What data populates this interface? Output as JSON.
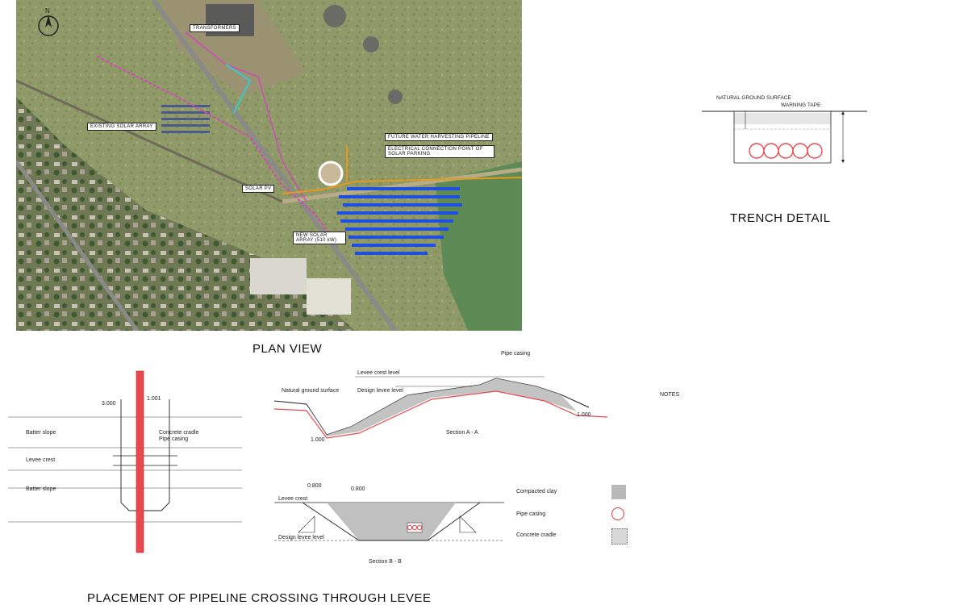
{
  "plan_view": {
    "title": "PLAN VIEW",
    "callouts": [
      "EXISTING SOLAR ARRAY",
      "NEW SOLAR ARRAY (510 kW)",
      "FUTURE WATER HARVESTING PIPELINE",
      "ELECTRICAL CONNECTION POINT OF SOLAR PARKING",
      "TRANSFORMERS",
      "SOLAR PV"
    ]
  },
  "trench_detail": {
    "title": "TRENCH DETAIL",
    "labels": [
      "NATURAL GROUND SURFACE",
      "WARNING TAPE"
    ],
    "notes": []
  },
  "placement": {
    "title": "PLACEMENT OF PIPELINE CROSSING THROUGH LEVEE",
    "labels": [
      "Concrete cradle",
      "Pipe casing",
      "Levee crest",
      "Batter slope",
      "Batter slope"
    ],
    "dimensions": [
      "3.000",
      "1.001"
    ]
  },
  "section_a": {
    "labels": [
      "Pipe casing",
      "Levee crest level",
      "Design levee level",
      "Natural ground surface"
    ],
    "caption": "Section A - A",
    "dims": [
      "1.000",
      "1.000"
    ]
  },
  "section_b": {
    "caption": "Section B - B",
    "dims": [
      "0.800",
      "0.800"
    ],
    "labels": [
      "Levee crest",
      "Design levee level"
    ]
  },
  "legend": {
    "items": [
      {
        "label": "Compacted clay",
        "color": "#b9b9b9"
      },
      {
        "label": "Pipe casing",
        "color": "#e03b3b"
      },
      {
        "label": "Concrete cradle",
        "color": "#d8d8d8"
      }
    ]
  },
  "notes": {
    "title": "NOTES",
    "items": []
  },
  "colors": {
    "pipe_red": "#e8494f",
    "array_blue": "#1f4fe0",
    "route_magenta": "#d04ab8",
    "route_cyan": "#3fc7c7",
    "route_orange": "#e59a1e",
    "water_green": "#5d8a55"
  }
}
